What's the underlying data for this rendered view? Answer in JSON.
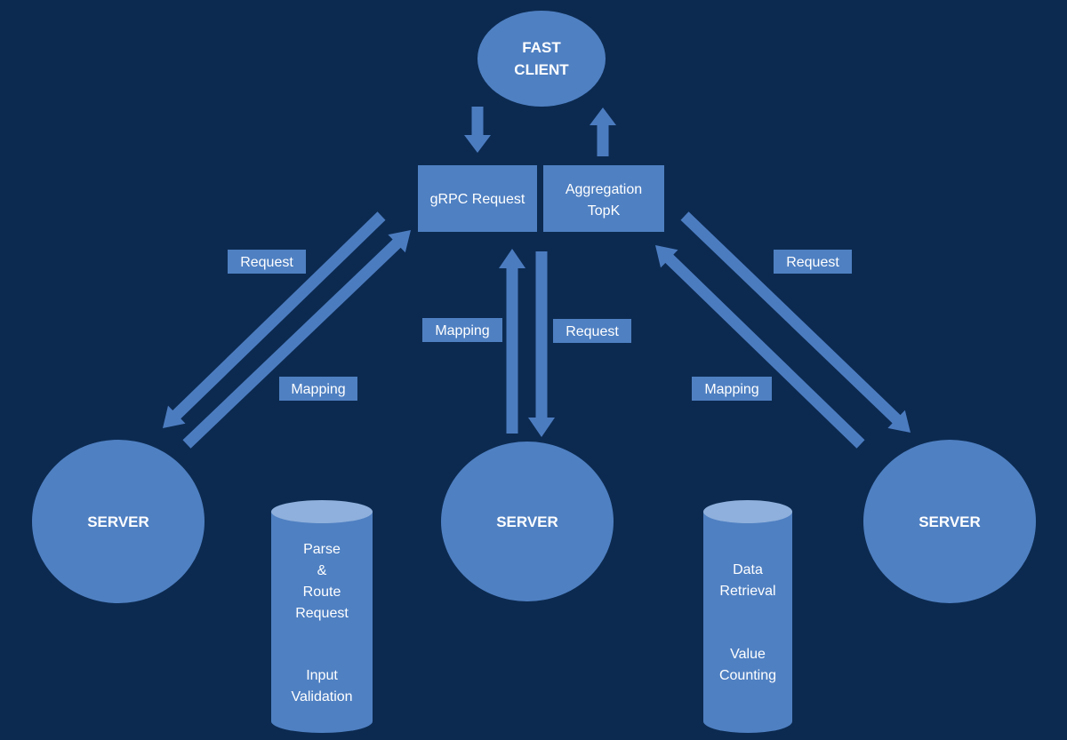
{
  "colors": {
    "background": "#0c2a50",
    "shape_fill": "#4f80c2",
    "shape_light": "#8fb0dc",
    "arrow_fill": "#4c7cc0",
    "text": "#ffffff"
  },
  "nodes": {
    "client": [
      "FAST",
      "CLIENT"
    ],
    "server_left": "SERVER",
    "server_center": "SERVER",
    "server_right": "SERVER"
  },
  "boxes": {
    "grpc_request": "gRPC Request",
    "aggregation": [
      "Aggregation",
      "TopK"
    ]
  },
  "edge_labels": {
    "left_request": "Request",
    "left_mapping": "Mapping",
    "center_mapping": "Mapping",
    "center_request": "Request",
    "right_request": "Request",
    "right_mapping": "Mapping"
  },
  "cylinders": {
    "left": [
      "Parse",
      "&",
      "Route",
      "Request",
      "",
      "Input",
      "Validation"
    ],
    "right": [
      "Data",
      "Retrieval",
      "",
      "Value",
      "Counting"
    ]
  }
}
